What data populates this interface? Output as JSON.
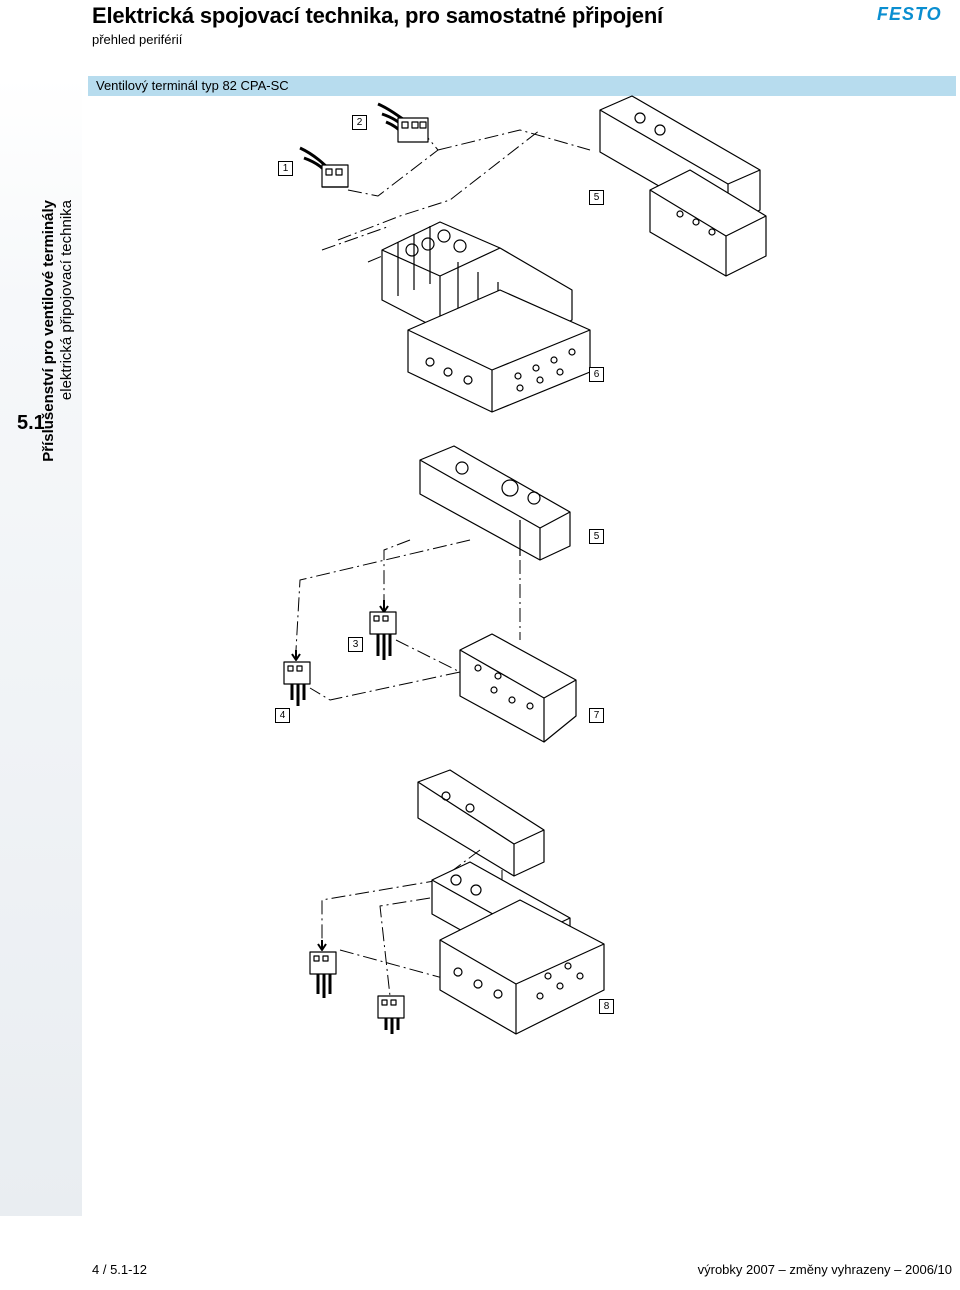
{
  "header": {
    "title": "Elektrická spojovací technika, pro samostatné připojení",
    "subtitle": "přehled periférií",
    "logo": "FESTO",
    "brand_color": "#0a8ed0"
  },
  "sidebar": {
    "chapter_title": "Příslušenství pro ventilové terminály",
    "chapter_subtitle": "elektrická připojovací technika",
    "chapter_number": "5.1"
  },
  "section": {
    "label": "Ventilový terminál typ 82 CPA-SC",
    "band_color": "#b7dcee"
  },
  "callouts": [
    "1",
    "2",
    "3",
    "4",
    "5",
    "5",
    "6",
    "7",
    "8"
  ],
  "footer": {
    "page": "4 / 5.1-12",
    "note": "výrobky 2007 – změny vyhrazeny – 2006/10"
  }
}
